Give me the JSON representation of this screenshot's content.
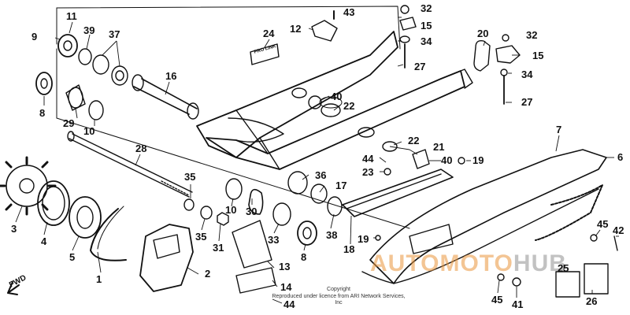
{
  "diagram": {
    "fwd_label": "FWD",
    "decal_text": "PRO LINK",
    "copyright_line1": "Copyright",
    "copyright_line2": "Reproduced under licence from ARI Network Services, Inc",
    "watermark": {
      "part1": "AUTOMOTO",
      "part2": "HUB",
      "color": "#e5533d"
    },
    "callouts": [
      {
        "id": "c11",
        "text": "11"
      },
      {
        "id": "c39",
        "text": "39"
      },
      {
        "id": "c37",
        "text": "37"
      },
      {
        "id": "c9",
        "text": "9"
      },
      {
        "id": "c8a",
        "text": "8"
      },
      {
        "id": "c29",
        "text": "29"
      },
      {
        "id": "c10a",
        "text": "10"
      },
      {
        "id": "c16",
        "text": "16"
      },
      {
        "id": "c24",
        "text": "24"
      },
      {
        "id": "c12",
        "text": "12"
      },
      {
        "id": "c43",
        "text": "43"
      },
      {
        "id": "c32a",
        "text": "32"
      },
      {
        "id": "c15a",
        "text": "15"
      },
      {
        "id": "c34a",
        "text": "34"
      },
      {
        "id": "c27a",
        "text": "27"
      },
      {
        "id": "c20",
        "text": "20"
      },
      {
        "id": "c32b",
        "text": "32"
      },
      {
        "id": "c15b",
        "text": "15"
      },
      {
        "id": "c34b",
        "text": "34"
      },
      {
        "id": "c27b",
        "text": "27"
      },
      {
        "id": "c40a",
        "text": "40"
      },
      {
        "id": "c22a",
        "text": "22"
      },
      {
        "id": "c22b",
        "text": "22"
      },
      {
        "id": "c21",
        "text": "21"
      },
      {
        "id": "c40b",
        "text": "40"
      },
      {
        "id": "c19a",
        "text": "19"
      },
      {
        "id": "c44a",
        "text": "44"
      },
      {
        "id": "c23",
        "text": "23"
      },
      {
        "id": "c7",
        "text": "7"
      },
      {
        "id": "c6",
        "text": "6"
      },
      {
        "id": "c28",
        "text": "28"
      },
      {
        "id": "c36",
        "text": "36"
      },
      {
        "id": "c17",
        "text": "17"
      },
      {
        "id": "c35a",
        "text": "35"
      },
      {
        "id": "c3",
        "text": "3"
      },
      {
        "id": "c4",
        "text": "4"
      },
      {
        "id": "c5",
        "text": "5"
      },
      {
        "id": "c1",
        "text": "1"
      },
      {
        "id": "c2",
        "text": "2"
      },
      {
        "id": "c10b",
        "text": "10"
      },
      {
        "id": "c35b",
        "text": "35"
      },
      {
        "id": "c30",
        "text": "30"
      },
      {
        "id": "c31",
        "text": "31"
      },
      {
        "id": "c33",
        "text": "33"
      },
      {
        "id": "c38",
        "text": "38"
      },
      {
        "id": "c8b",
        "text": "8"
      },
      {
        "id": "c18",
        "text": "18"
      },
      {
        "id": "c19b",
        "text": "19"
      },
      {
        "id": "c13",
        "text": "13"
      },
      {
        "id": "c14",
        "text": "14"
      },
      {
        "id": "c44b",
        "text": "44"
      },
      {
        "id": "c45a",
        "text": "45"
      },
      {
        "id": "c41",
        "text": "41"
      },
      {
        "id": "c25",
        "text": "25"
      },
      {
        "id": "c26",
        "text": "26"
      },
      {
        "id": "c45b",
        "text": "45"
      },
      {
        "id": "c42",
        "text": "42"
      }
    ]
  }
}
